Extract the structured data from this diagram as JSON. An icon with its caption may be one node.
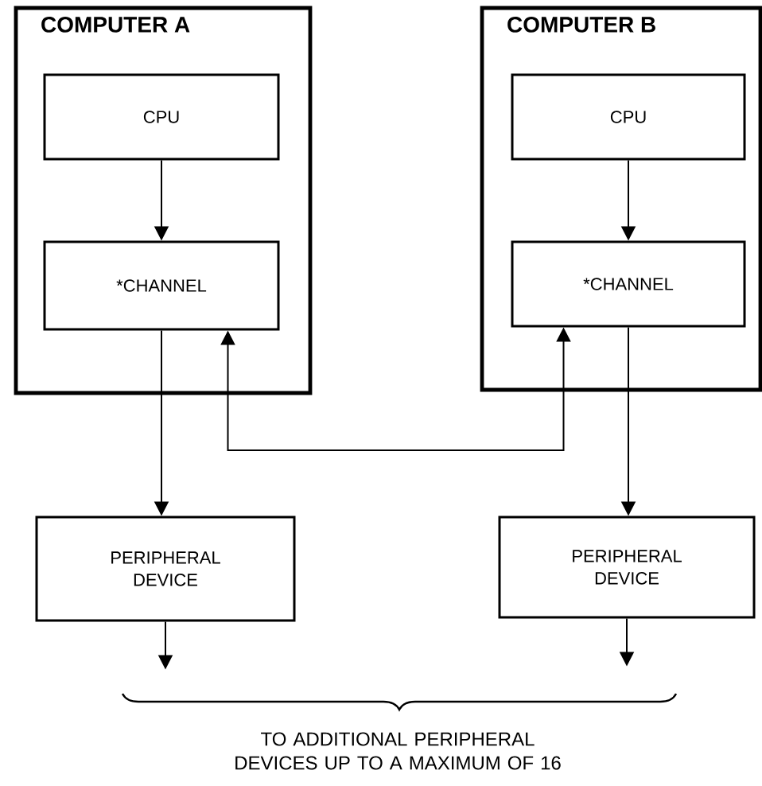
{
  "diagram": {
    "nodes": [
      {
        "text": [
          "COMPUTER  A"
        ]
      },
      {
        "text": [
          "CPU"
        ],
        "in": 0
      },
      {
        "text": [
          "*CHANNEL"
        ],
        "in": 0
      },
      {
        "text": [
          "COMPUTER  B"
        ]
      },
      {
        "text": [
          "CPU"
        ],
        "in": 3
      },
      {
        "text": [
          "*CHANNEL"
        ],
        "in": 3
      },
      {
        "text": [
          "PERIPHERAL DEVICE"
        ]
      },
      {
        "text": [
          "PERIPHERAL DEVICE"
        ]
      }
    ],
    "edges": [
      {
        "from": 1,
        "to": 2,
        "arrow": "to"
      },
      {
        "from": 2,
        "to": 6,
        "arrow": "to"
      },
      {
        "from": 2,
        "to": 5,
        "arrow": "both"
      },
      {
        "from": 4,
        "to": 5,
        "arrow": "to"
      },
      {
        "from": 5,
        "to": 7,
        "arrow": "to"
      },
      {
        "from": 6,
        "to": null,
        "arrow": "to"
      },
      {
        "from": 7,
        "to": null,
        "arrow": "to"
      }
    ],
    "labels": [
      "TO ADDITIONAL PERIPHERAL DEVICES UP TO A MAXIMUM OF 16"
    ]
  }
}
